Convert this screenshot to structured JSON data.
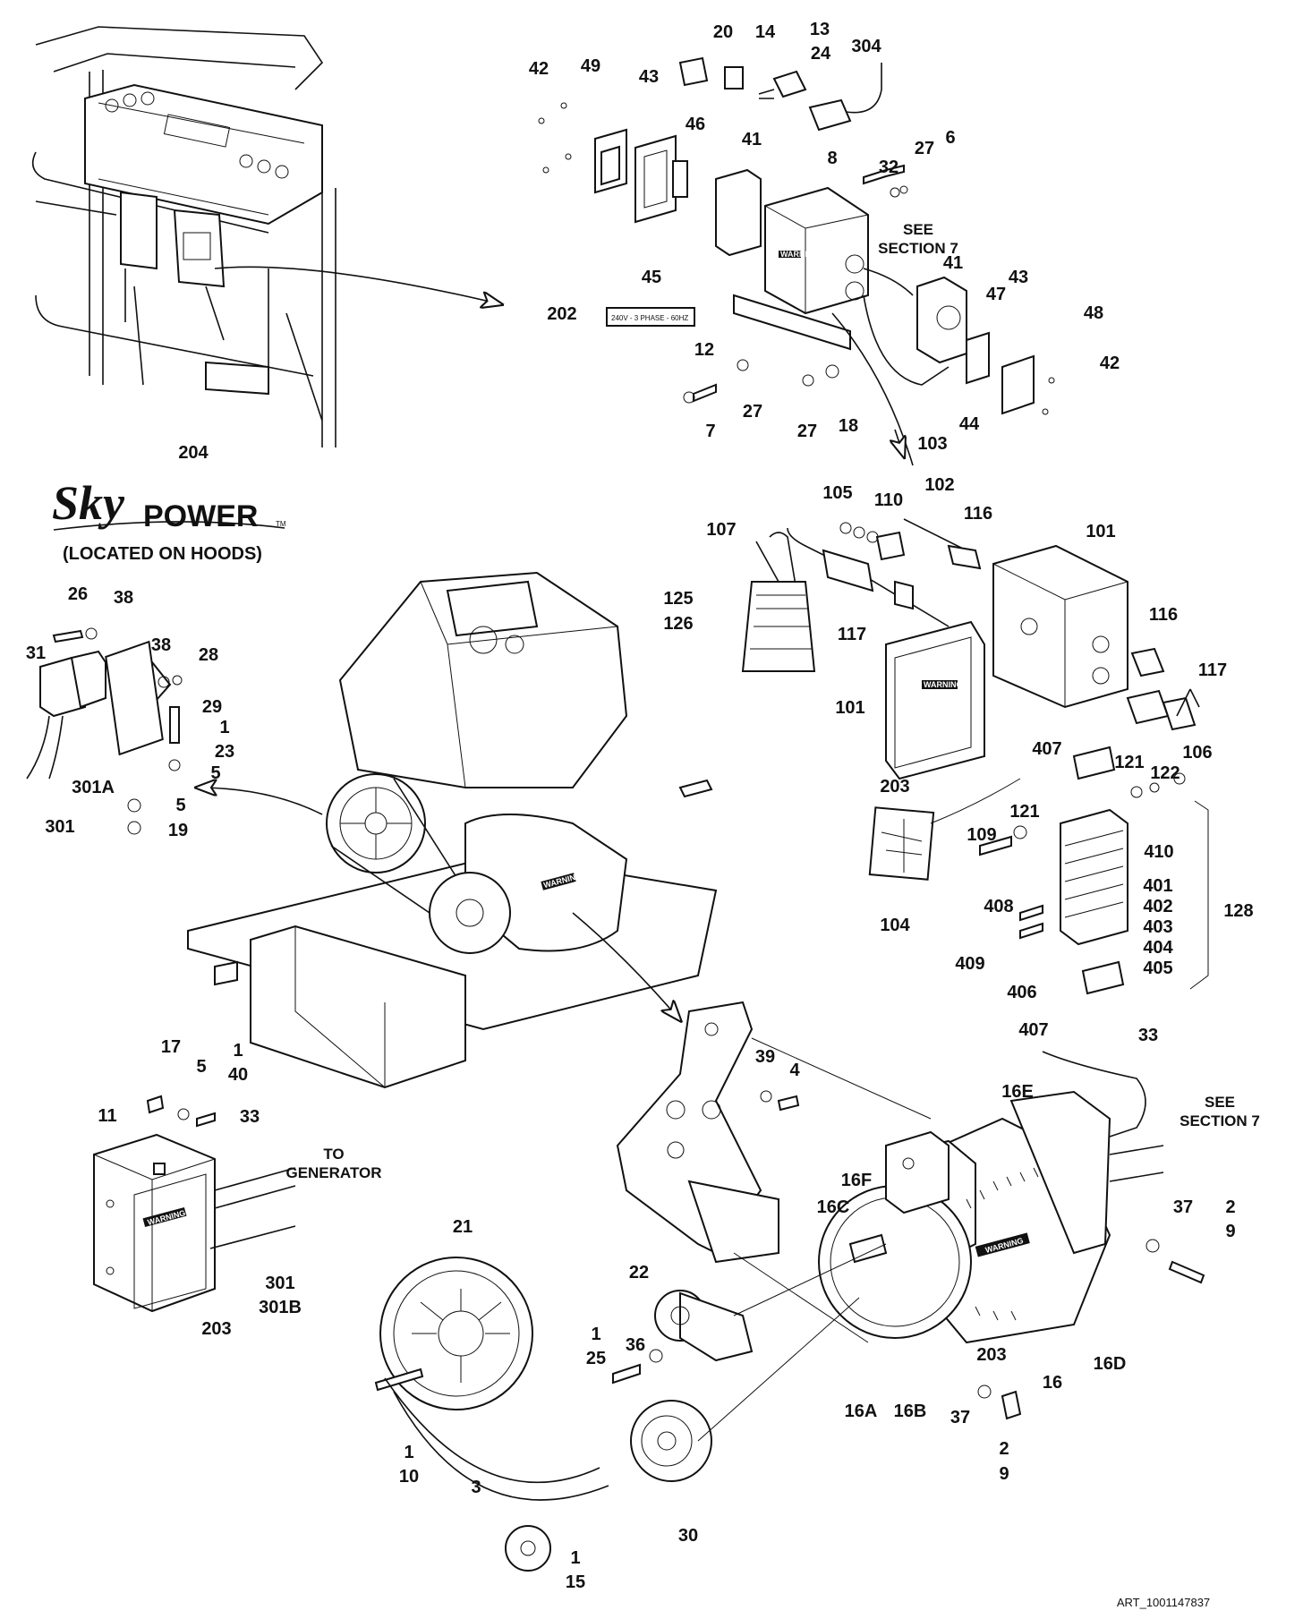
{
  "diagram": {
    "brand": {
      "sky": "Sky",
      "power": "POWER",
      "tm": "TM",
      "located": "(LOCATED ON HOODS)"
    },
    "decal_text": "240V - 3 PHASE - 60HZ",
    "warning_text": "WARNING",
    "art_number": "ART_1001147837",
    "notes": {
      "see_section_7": [
        "SEE",
        "SECTION 7"
      ],
      "to_generator": [
        "TO",
        "GENERATOR"
      ]
    },
    "callouts": {
      "c42a": "42",
      "c49": "49",
      "c43a": "43",
      "c20": "20",
      "c14": "14",
      "c13": "13",
      "c24": "24",
      "c304": "304",
      "c46": "46",
      "c41a": "41",
      "c8": "8",
      "c32": "32",
      "c27a": "27",
      "c6": "6",
      "c45": "45",
      "c202": "202",
      "c12": "12",
      "c41b": "41",
      "c47": "47",
      "c43b": "43",
      "c48": "48",
      "c42b": "42",
      "c7": "7",
      "c27b": "27",
      "c27c": "27",
      "c18": "18",
      "c103": "103",
      "c44": "44",
      "c204": "204",
      "c102": "102",
      "c105": "105",
      "c110": "110",
      "c116a": "116",
      "c107": "107",
      "c101a": "101",
      "c125": "125",
      "c126": "126",
      "c117a": "117",
      "c116b": "116",
      "c117b": "117",
      "c101b": "101",
      "c106": "106",
      "c203a": "203",
      "c407a": "407",
      "c121a": "121",
      "c122": "122",
      "c109": "109",
      "c121b": "121",
      "c410": "410",
      "c401": "401",
      "c402": "402",
      "c403": "403",
      "c404": "404",
      "c405": "405",
      "c408": "408",
      "c128": "128",
      "c104": "104",
      "c409": "409",
      "c406": "406",
      "c407b": "407",
      "c26": "26",
      "c38a": "38",
      "c38b": "38",
      "c28": "28",
      "c31": "31",
      "c29": "29",
      "c1a": "1",
      "c23": "23",
      "c5a": "5",
      "c301a": "301A",
      "c5b": "5",
      "c301": "301",
      "c19": "19",
      "c17": "17",
      "c5c": "5",
      "c1b": "1",
      "c40": "40",
      "c11": "11",
      "c33a": "33",
      "c301b1": "301",
      "c301b2": "301B",
      "c203b": "203",
      "c39": "39",
      "c4": "4",
      "c33b": "33",
      "c16e": "16E",
      "c16f": "16F",
      "c16c": "16C",
      "c37a": "37",
      "c2a": "2",
      "c9a": "9",
      "c21": "21",
      "c22": "22",
      "c1c": "1",
      "c25": "25",
      "c36": "36",
      "c203c": "203",
      "c16": "16",
      "c16d": "16D",
      "c16a": "16A",
      "c16b": "16B",
      "c37b": "37",
      "c2b": "2",
      "c9b": "9",
      "c1d": "1",
      "c10": "10",
      "c3": "3",
      "c30": "30",
      "c1e": "1",
      "c15": "15"
    }
  }
}
